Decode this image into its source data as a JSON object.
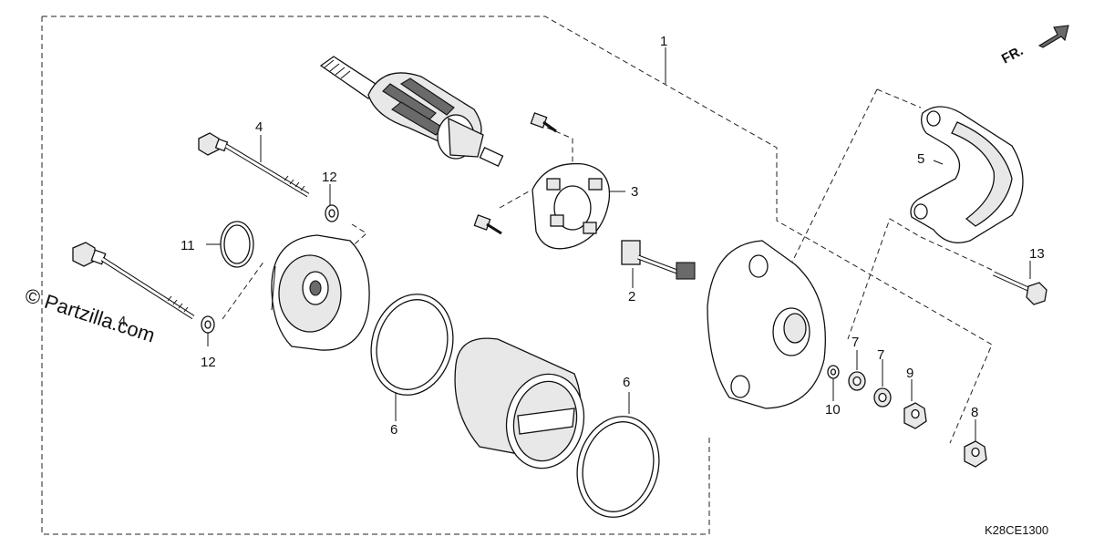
{
  "diagram": {
    "drawing_code": "K28CE1300",
    "front_label": "FR.",
    "watermark": "© Partzilla.com",
    "callouts": [
      {
        "id": "1",
        "label": "1"
      },
      {
        "id": "2",
        "label": "2"
      },
      {
        "id": "3",
        "label": "3"
      },
      {
        "id": "4a",
        "label": "4"
      },
      {
        "id": "4b",
        "label": "4"
      },
      {
        "id": "5",
        "label": "5"
      },
      {
        "id": "6a",
        "label": "6"
      },
      {
        "id": "6b",
        "label": "6"
      },
      {
        "id": "7a",
        "label": "7"
      },
      {
        "id": "7b",
        "label": "7"
      },
      {
        "id": "8",
        "label": "8"
      },
      {
        "id": "9",
        "label": "9"
      },
      {
        "id": "10",
        "label": "10"
      },
      {
        "id": "11",
        "label": "11"
      },
      {
        "id": "12a",
        "label": "12"
      },
      {
        "id": "12b",
        "label": "12"
      },
      {
        "id": "13",
        "label": "13"
      }
    ],
    "parts": [
      {
        "id": "armature",
        "icon": "armature-icon"
      },
      {
        "id": "brush-holder",
        "icon": "brush-holder-icon"
      },
      {
        "id": "terminal-bolt",
        "icon": "terminal-bolt-icon"
      },
      {
        "id": "front-bracket",
        "icon": "front-bracket-icon"
      },
      {
        "id": "yoke",
        "icon": "yoke-icon"
      },
      {
        "id": "rear-cover",
        "icon": "rear-cover-icon"
      },
      {
        "id": "cover-plate",
        "icon": "cover-plate-icon"
      },
      {
        "id": "through-bolt",
        "icon": "through-bolt-icon"
      },
      {
        "id": "o-ring",
        "icon": "o-ring-icon"
      },
      {
        "id": "washer",
        "icon": "washer-icon"
      },
      {
        "id": "nut",
        "icon": "nut-icon"
      },
      {
        "id": "flange-bolt",
        "icon": "flange-bolt-icon"
      },
      {
        "id": "screw",
        "icon": "screw-icon"
      }
    ]
  }
}
